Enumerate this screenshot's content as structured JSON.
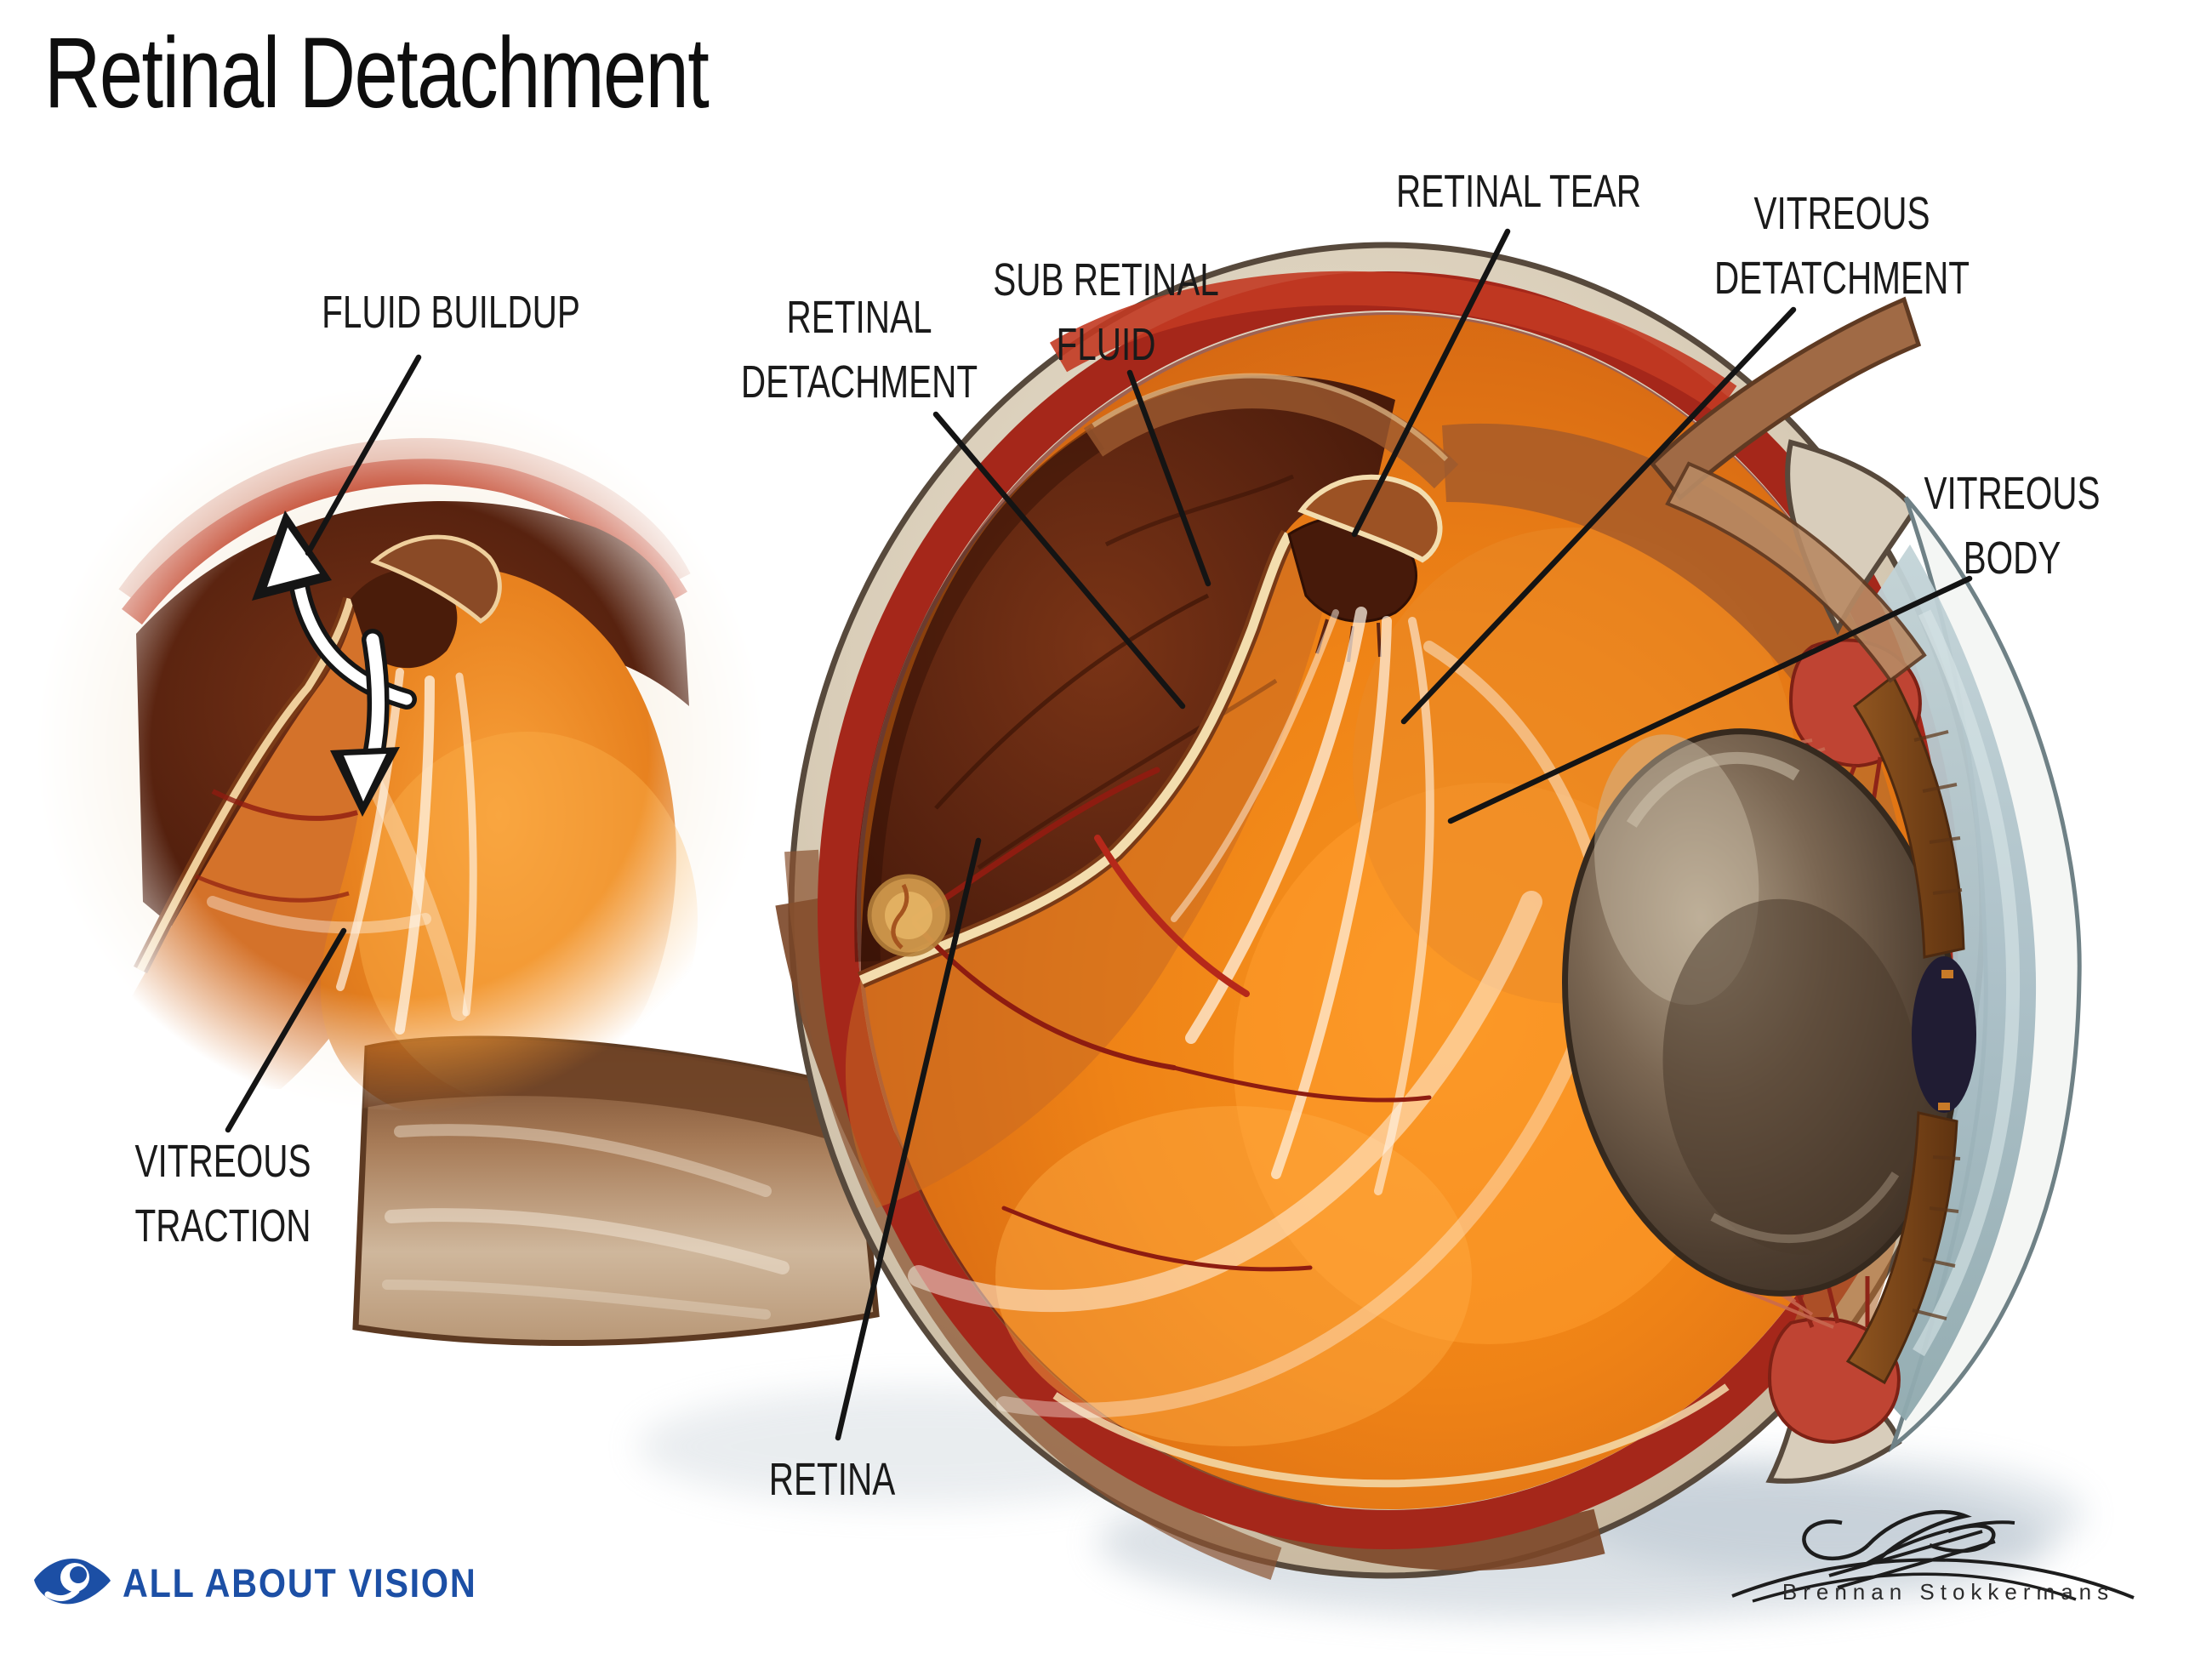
{
  "title": "Retinal Detachment",
  "annotations": {
    "fluid_buildup": "FLUID BUILDUP",
    "retinal_detachment": "RETINAL\nDETACHMENT",
    "sub_retinal_fluid": "SUB RETINAL\nFLUID",
    "retinal_tear": "RETINAL TEAR",
    "vitreous_detatchment": "VITREOUS\nDETATCHMENT",
    "vitreous_body": "VITREOUS\nBODY",
    "vitreous_traction": "VITREOUS\nTRACTION",
    "retina": "RETINA"
  },
  "logo": {
    "text": "ALL ABOUT VISION",
    "icon": "eye-logo-icon",
    "color": "#1c4fa5"
  },
  "signature": {
    "artist": "Brennan Stokkermans"
  },
  "palette": {
    "label_color": "#1a1a1a",
    "leader_line": "#141414",
    "sclera_tan": "#d9cdb8",
    "choroid_red": "#a5271a",
    "cavity_brown": "#5b2410",
    "vitreous_orange": "#ef8316",
    "retina_cream_edge": "#f3ddae",
    "lens_brown": "#7a6652",
    "cornea_blue": "#a9bec6",
    "shadow_gray": "#a8b6c2"
  }
}
